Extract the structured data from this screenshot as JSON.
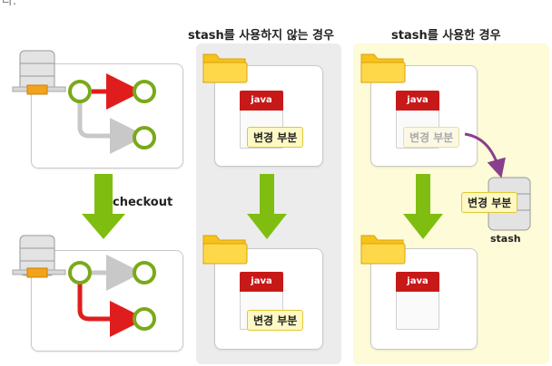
{
  "top_mark": "다.",
  "titles": {
    "without_stash": "stash를 사용하지 않는 경우",
    "with_stash": "stash를 사용한 경우"
  },
  "labels": {
    "checkout": "checkout",
    "stash": "stash"
  },
  "file": {
    "type": "java"
  },
  "change": {
    "text": "변경 부분"
  },
  "colors": {
    "commit_ring": "#7aa91a",
    "branch_red": "#e01d1d",
    "branch_gray": "#c8c8c8",
    "arrow_green": "#7fbe10",
    "arrow_purple": "#8a3f8c",
    "file_red": "#c81919",
    "folder_yellow": "#f7c21b"
  }
}
